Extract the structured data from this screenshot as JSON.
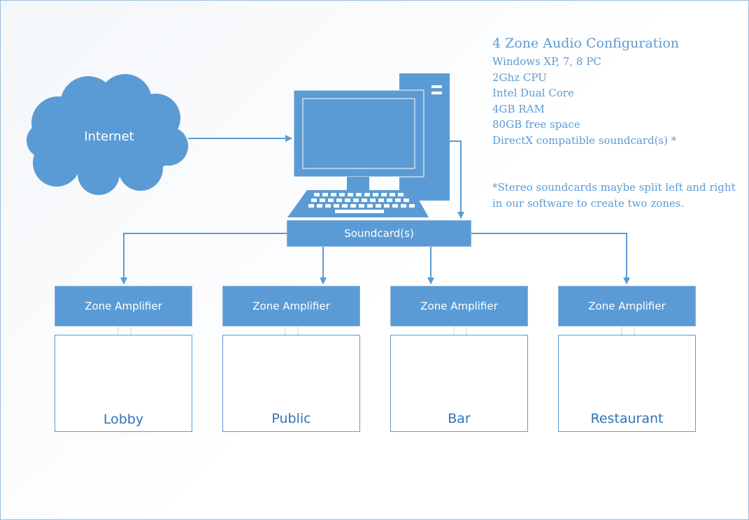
{
  "internet_label": "Internet",
  "soundcard_label": "Soundcard(s)",
  "info": {
    "title": "4 Zone Audio Configuration",
    "specs": [
      "Windows XP, 7, 8 PC",
      "2Ghz CPU",
      "Intel Dual Core",
      "4GB RAM",
      "80GB free space",
      "DirectX compatible soundcard(s) *"
    ]
  },
  "note": {
    "line1": "*Stereo soundcards maybe split left and right",
    "line2": "in our software to create two zones."
  },
  "zones": [
    {
      "amplifier": "Zone Amplifier",
      "room": "Lobby"
    },
    {
      "amplifier": "Zone Amplifier",
      "room": "Public"
    },
    {
      "amplifier": "Zone Amplifier",
      "room": "Bar"
    },
    {
      "amplifier": "Zone Amplifier",
      "room": "Restaurant"
    }
  ],
  "colors": {
    "primary": "#5b9bd5",
    "line": "#5b9bd5",
    "text_blue": "#2e74b5",
    "white": "#ffffff"
  }
}
